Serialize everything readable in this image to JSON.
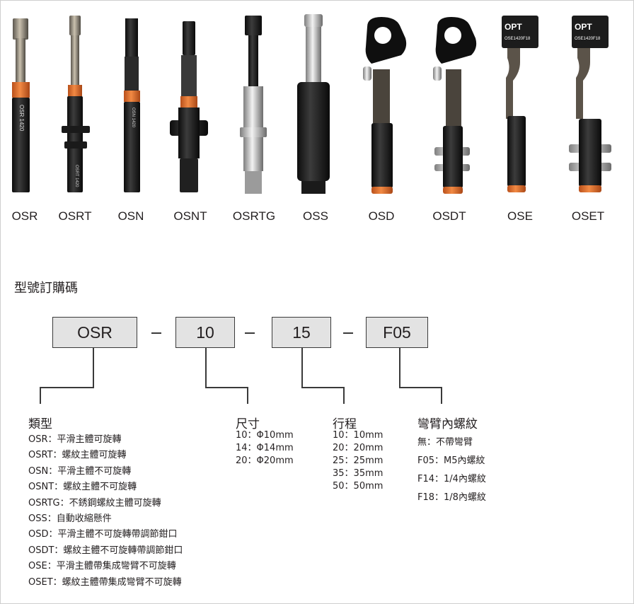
{
  "products": [
    {
      "label": "OSR",
      "marking": "OSR 1420"
    },
    {
      "label": "OSRT",
      "marking": "OSRT 1420"
    },
    {
      "label": "OSN",
      "marking": "OSN 1420"
    },
    {
      "label": "OSNT",
      "marking": ""
    },
    {
      "label": "OSRTG",
      "marking": ""
    },
    {
      "label": "OSS",
      "marking": ""
    },
    {
      "label": "OSD",
      "marking": ""
    },
    {
      "label": "OSDT",
      "marking": ""
    },
    {
      "label": "OSE",
      "marking": "OSE1420F18"
    },
    {
      "label": "OSET",
      "marking": "OSE1420F18"
    }
  ],
  "brand": "OPT",
  "title": "型號訂購碼",
  "code_boxes": [
    "OSR",
    "10",
    "15",
    "F05"
  ],
  "groups": {
    "type": {
      "heading": "類型",
      "items": [
        "OSR：平滑主體可旋轉",
        "OSRT：螺紋主體可旋轉",
        "OSN：平滑主體不可旋轉",
        "OSNT：螺紋主體不可旋轉",
        "OSRTG：不銹鋼螺紋主體可旋轉",
        "OSS：自動收縮懸件",
        "OSD：平滑主體不可旋轉帶調節鉗口",
        "OSDT：螺紋主體不可旋轉帶調節鉗口",
        "OSE：平滑主體帶集成彎臂不可旋轉",
        "OSET：螺紋主體帶集成彎臂不可旋轉"
      ]
    },
    "size": {
      "heading": "尺寸",
      "items": [
        "10：Φ10mm",
        "14：Φ14mm",
        "20：Φ20mm"
      ]
    },
    "stroke": {
      "heading": "行程",
      "items": [
        "10：10mm",
        "20：20mm",
        "25：25mm",
        "35：35mm",
        "50：50mm"
      ]
    },
    "arm": {
      "heading": "彎臂內螺紋",
      "items": [
        "無：不帶彎臂",
        "F05：M5內螺紋",
        "F14：1/4內螺紋",
        "F18：1/8內螺紋"
      ]
    }
  },
  "colors": {
    "box_fill": "#e3e3e3",
    "orange_band": "#e8722a",
    "line": "#3a3a3a"
  }
}
